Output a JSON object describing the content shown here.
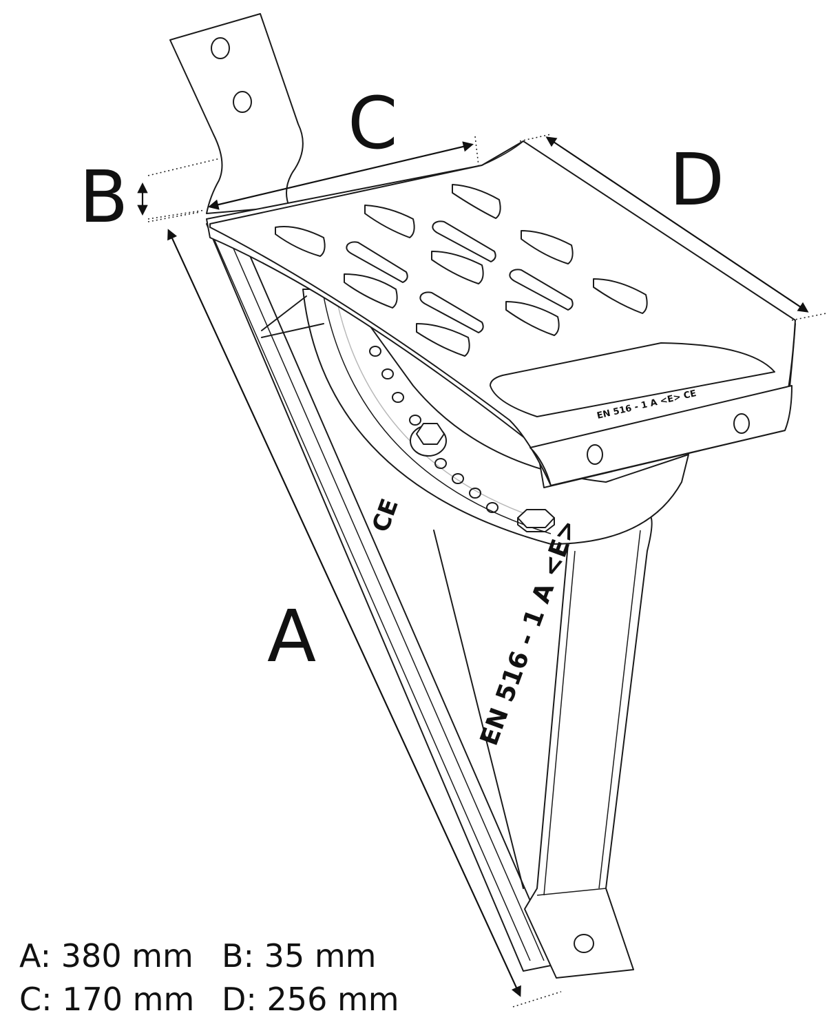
{
  "dimension_letters": {
    "a": "A",
    "b": "B",
    "c": "C",
    "d": "D"
  },
  "stamps": {
    "strut_marking": "EN 516 - 1  A  <E>",
    "strut_ce": "CE",
    "plate_marking": "EN 516 - 1  A  <E>  CE"
  },
  "legend": {
    "a": "A: 380 mm",
    "b": "B: 35 mm",
    "c": "C: 170 mm",
    "d": "D: 256 mm"
  },
  "colors": {
    "ink": "#1a1a1a",
    "shading": "#b8b8b8",
    "background": "#ffffff"
  }
}
